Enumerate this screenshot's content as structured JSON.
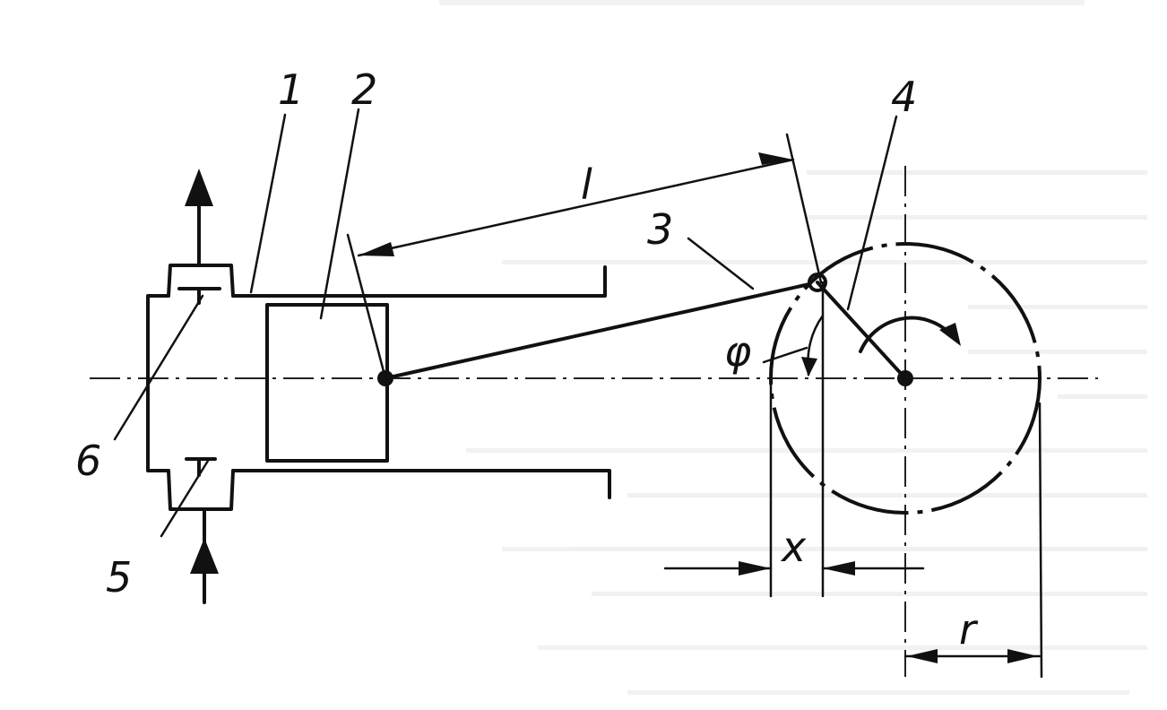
{
  "labels": {
    "part_1": "1",
    "part_2": "2",
    "part_3": "3",
    "part_4": "4",
    "part_5": "5",
    "part_6": "6",
    "length_l": "l",
    "angle_phi": "φ",
    "displacement_x": "x",
    "radius_r": "r"
  },
  "colors": {
    "ink": "#111111",
    "background": "#ffffff"
  }
}
